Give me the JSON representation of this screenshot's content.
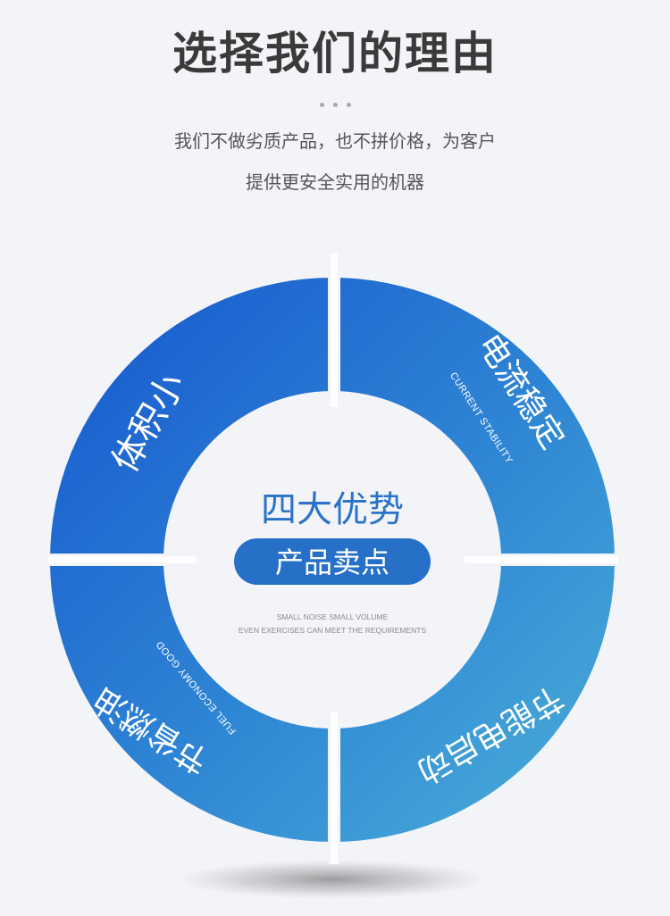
{
  "header": {
    "title": "选择我们的理由",
    "subtitle_line1": "我们不做劣质产品，也不拼价格，为客户",
    "subtitle_line2": "提供更安全实用的机器"
  },
  "center": {
    "title": "四大优势",
    "pill_label": "产品卖点",
    "caption_line1": "SMALL NOISE SMALL VOLUME",
    "caption_line2": "EVEN EXERCISES CAN MEET THE REQUIREMENTS"
  },
  "quadrants": [
    {
      "position": "top-left",
      "title": "体积小",
      "subtitle": ""
    },
    {
      "position": "top-right",
      "title": "电流稳定",
      "subtitle": "CURRENT STABILITY"
    },
    {
      "position": "bottom-right",
      "title": "节能电启动",
      "subtitle": ""
    },
    {
      "position": "bottom-left",
      "title": "节省燃油",
      "subtitle": "FUEL ECONOMY GOOD"
    }
  ],
  "colors": {
    "blue_dark": "#1a5fd0",
    "blue_light": "#48a7d6",
    "pill": "#2670c8",
    "center_text": "#2a73c8",
    "title_text": "#3a3a3a"
  }
}
